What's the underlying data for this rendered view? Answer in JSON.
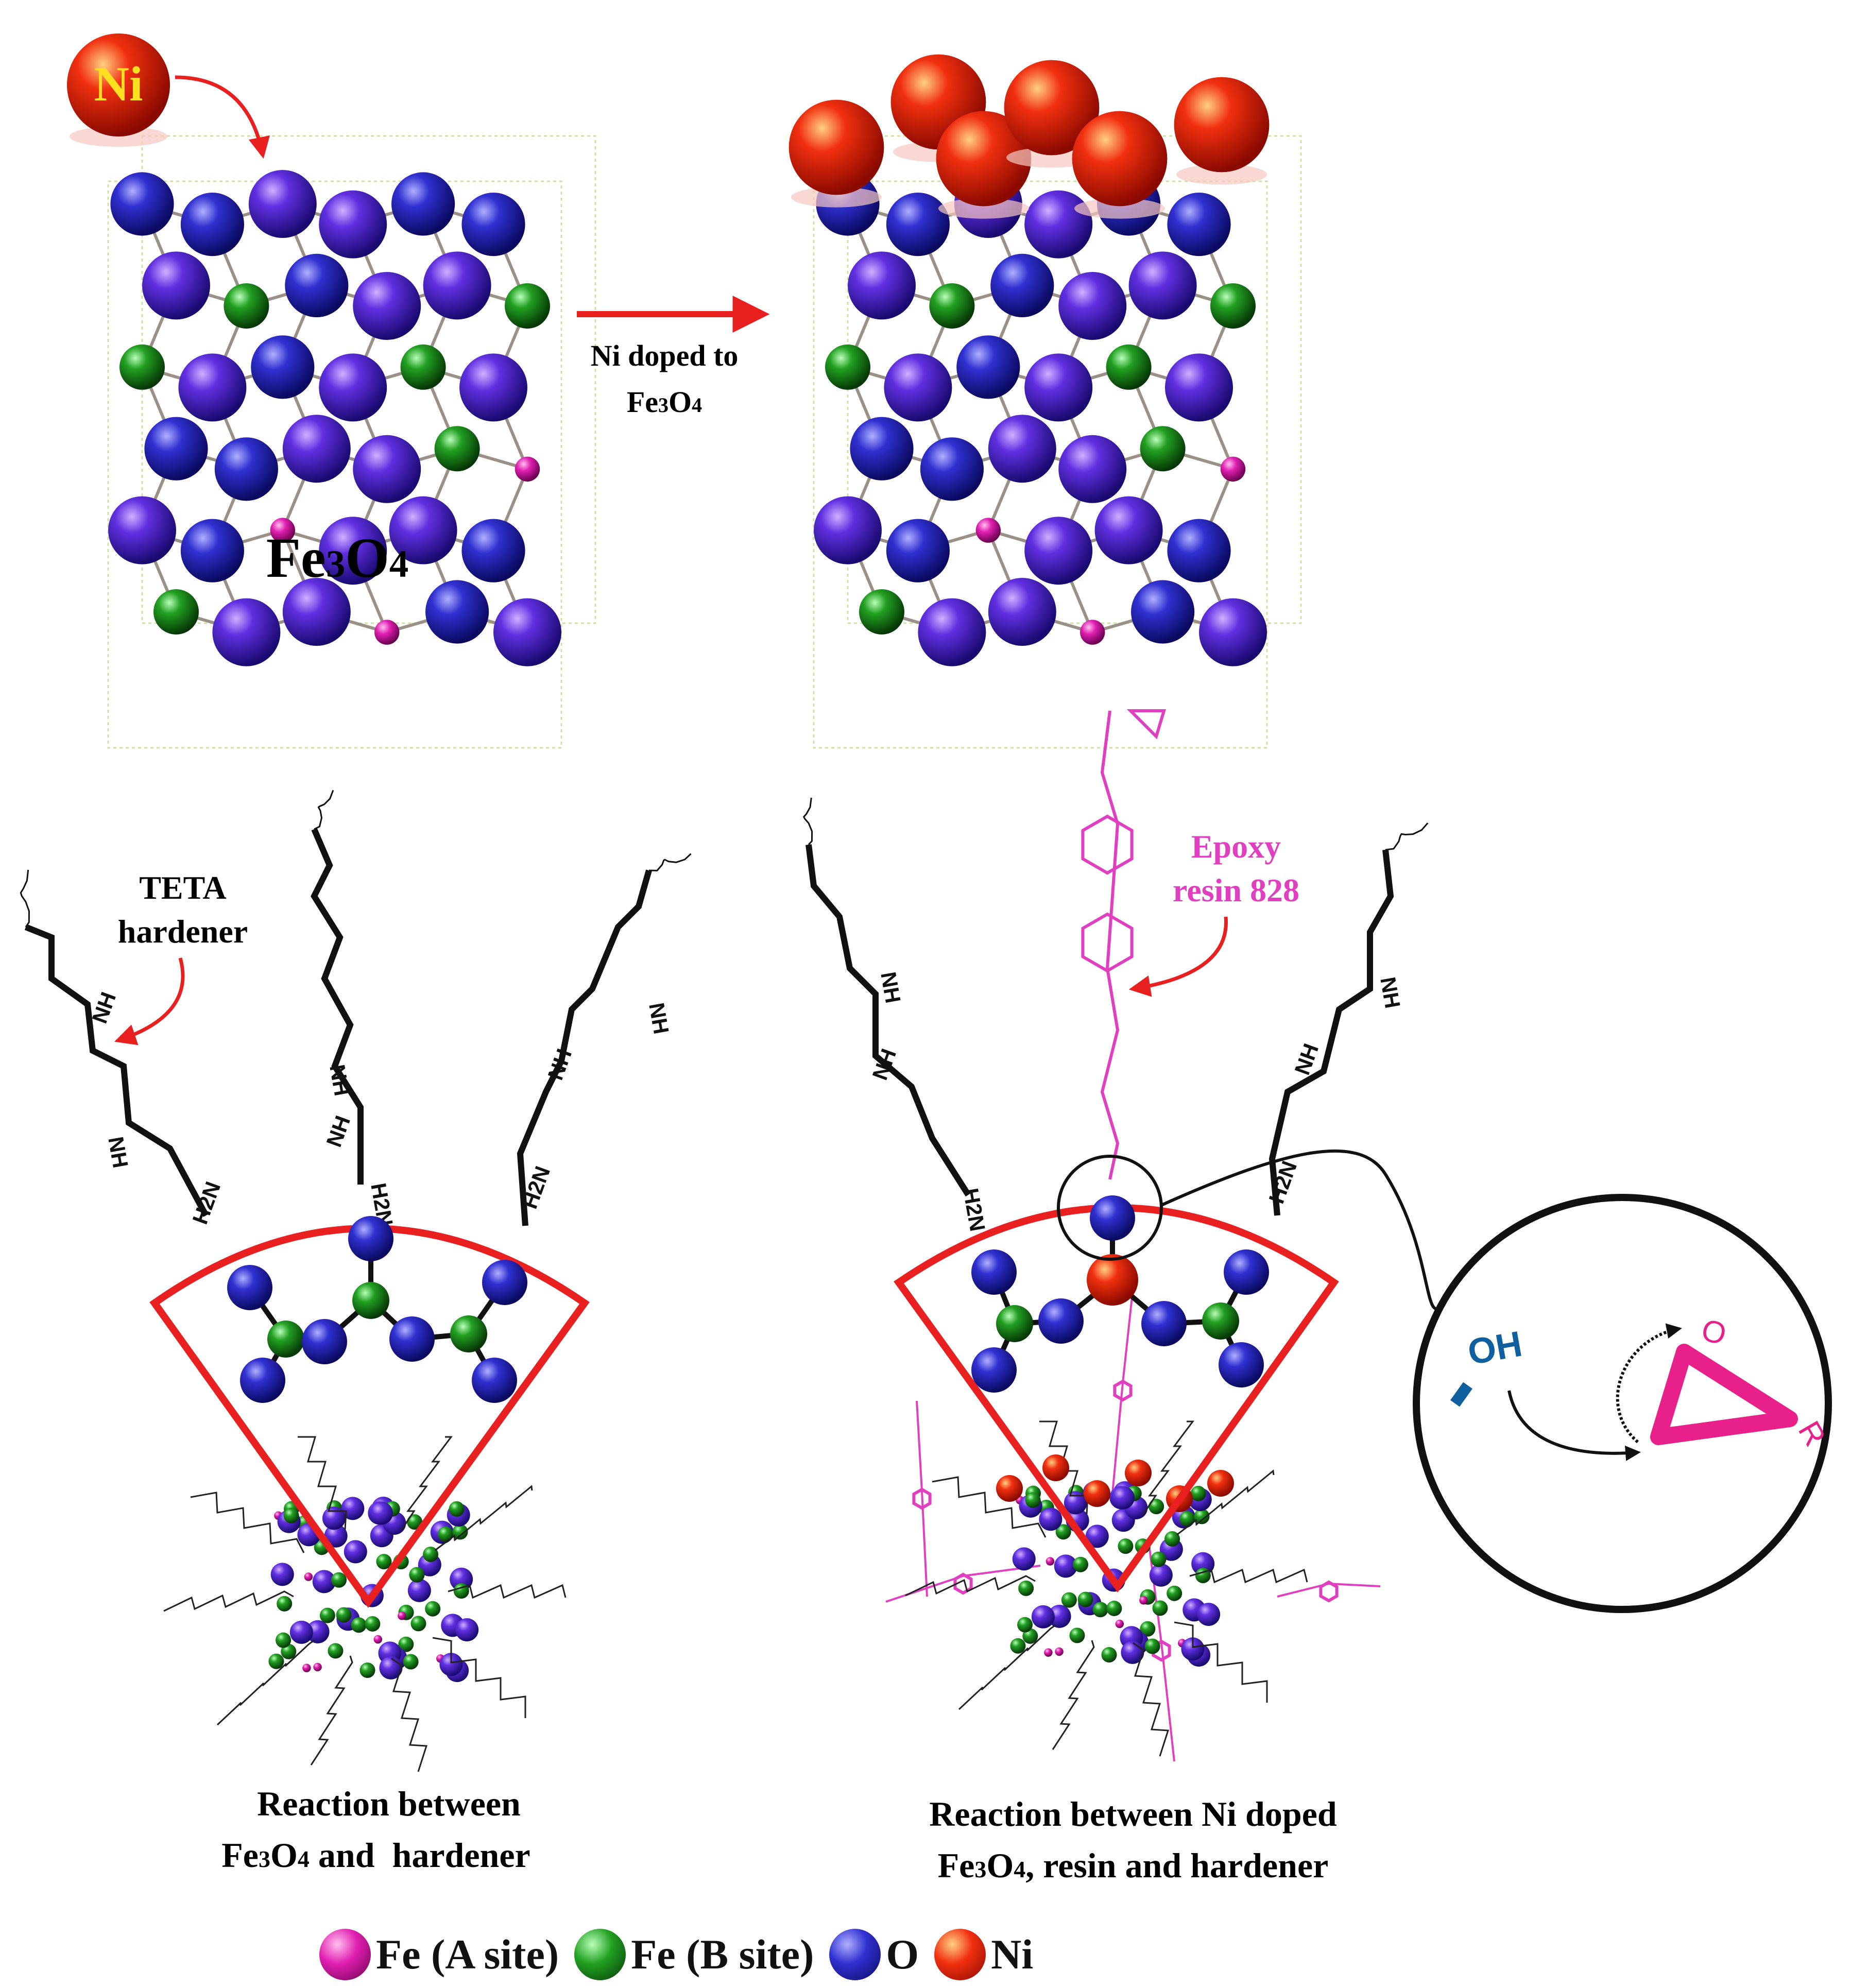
{
  "labels": {
    "ni_badge": "Ni",
    "arrow_label_line1": "Ni doped to",
    "arrow_label_fe": "Fe",
    "arrow_label_3": "3",
    "arrow_label_o": "O",
    "arrow_label_4": "4",
    "fe3o4_fe": "Fe",
    "fe3o4_3": "3",
    "fe3o4_o": "O",
    "fe3o4_4": "4",
    "teta_line1": "TETA",
    "teta_line2": "hardener",
    "epoxy_line1": "Epoxy",
    "epoxy_line2": "resin 828",
    "oh": "OH",
    "ring_o": "O",
    "ring_r": "R",
    "amine_nh": "NH",
    "amine_h2n": "H2N",
    "caption_left_line1": "Reaction between",
    "caption_left_fe": "Fe",
    "caption_left_3": "3",
    "caption_left_o": "O",
    "caption_left_4": "4",
    "caption_left_rest": " and  hardener",
    "caption_right_line1": "Reaction between Ni doped",
    "caption_right_fe": "Fe",
    "caption_right_3": "3",
    "caption_right_o": "O",
    "caption_right_4": "4",
    "caption_right_rest": ", resin and hardener"
  },
  "legend": [
    {
      "label": "Fe (A site)",
      "color": "#e020b0"
    },
    {
      "label": "Fe (B site)",
      "color": "#1f8a1f"
    },
    {
      "label": "O",
      "color": "#1a1aa8"
    },
    {
      "label": "Ni",
      "color": "#ee2a10"
    }
  ],
  "colors": {
    "fe_a": "#e020b0",
    "fe_b": "#1f8a1f",
    "o": "#2424b8",
    "o_violet": "#5a2ad0",
    "ni": "#ee2a10",
    "arrow": "#e82020",
    "resin": "#e040c0",
    "oh_blue": "#1060a0",
    "ring_pink": "#e8208a"
  }
}
